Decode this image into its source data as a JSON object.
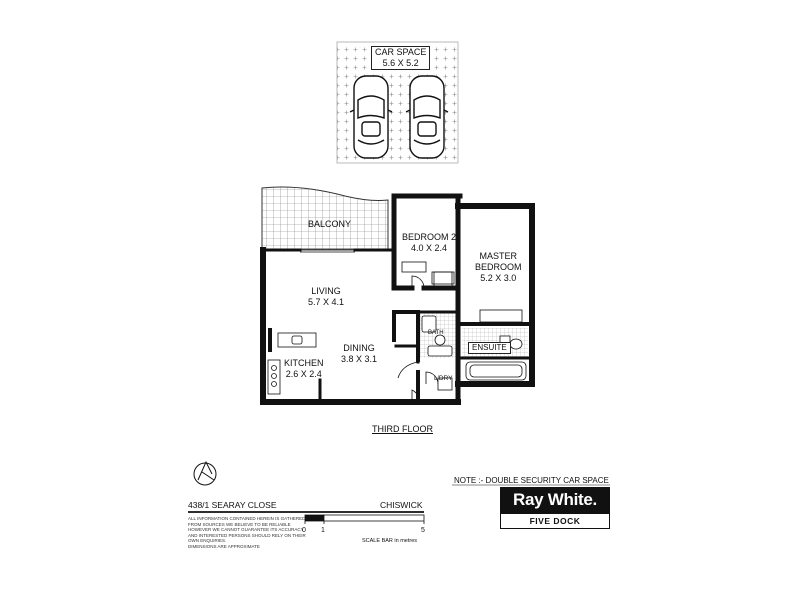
{
  "car_space": {
    "title": "CAR SPACE",
    "size": "5.6 X 5.2"
  },
  "rooms": {
    "balcony": {
      "name": "BALCONY"
    },
    "bedroom2": {
      "name": "BEDROOM 2",
      "size": "4.0 X 2.4"
    },
    "master": {
      "name_line1": "MASTER",
      "name_line2": "BEDROOM",
      "size": "5.2 X 3.0"
    },
    "living": {
      "name": "LIVING",
      "size": "5.7 X 4.1"
    },
    "dining": {
      "name": "DINING",
      "size": "3.8 X 3.1"
    },
    "kitchen": {
      "name": "KITCHEN",
      "size": "2.6 X 2.4"
    },
    "bath": {
      "name": "BATH"
    },
    "ensuite": {
      "name": "ENSUITE"
    },
    "laundry": {
      "name": "L'DRY"
    }
  },
  "floor_label": "THIRD FLOOR",
  "note": "NOTE :- DOUBLE SECURITY CAR SPACE",
  "address": "438/1 SEARAY CLOSE",
  "suburb": "CHISWICK",
  "scale_bar": {
    "ticks": [
      "0",
      "1",
      "5"
    ],
    "caption": "SCALE BAR in metres"
  },
  "disclaimer": [
    "ALL INFORMATION CONTAINED HEREIN IS GATHERED",
    "FROM SOURCES WE BELIEVE TO BE RELIABLE",
    "HOWEVER WE CANNOT GUARANTEE ITS ACCURACY",
    "AND INTERESTED PERSONS SHOULD RELY ON THEIR",
    "OWN ENQUIRIES.",
    "DIMENSIONS ARE APPROXIMATE"
  ],
  "logo": {
    "line1": "Ray White.",
    "line2": "FIVE DOCK"
  },
  "colors": {
    "wall": "#111111",
    "hatch": "#777777"
  }
}
